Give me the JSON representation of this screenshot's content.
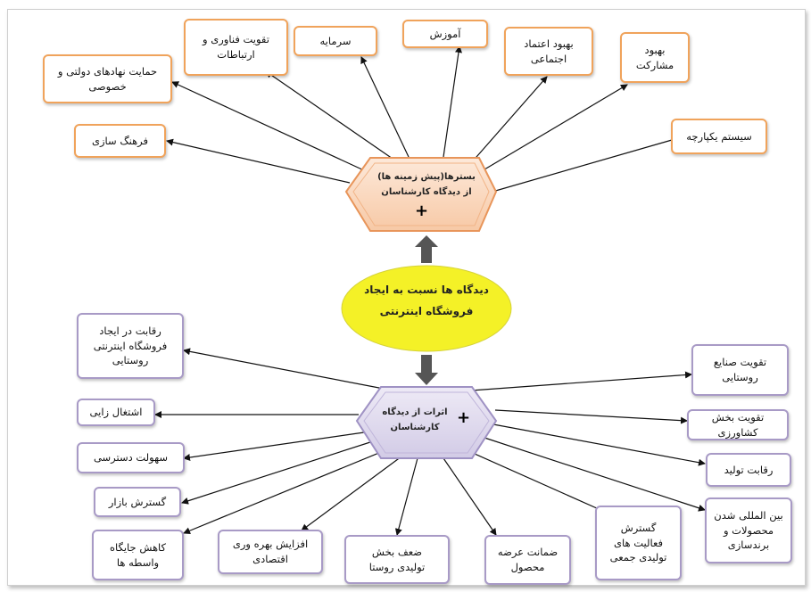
{
  "center": {
    "label": "دیدگاه ها نسبت به ایجاد\nفروشگاه اینترنتی"
  },
  "top_hub": {
    "label": "بسترها(پیش زمینه ها)\nاز دیدگاه کارشناسان",
    "plus": "+"
  },
  "bottom_hub": {
    "label": "اثرات از دیدگاه\nکارشناسان",
    "plus": "+"
  },
  "top_nodes": [
    "فرهنگ سازی",
    "حمایت نهادهای دولتی و\nخصوصی",
    "تقویت فناوری و\nارتباطات",
    "سرمایه",
    "آموزش",
    "بهبود اعتماد\nاجتماعی",
    "بهبود\nمشارکت",
    "سیستم یکپارچه"
  ],
  "bottom_nodes": [
    "رقابت در ایجاد\nفروشگاه اینترنتی\nروستایی",
    "اشتغال زایی",
    "سهولت دسترسی",
    "گسترش بازار",
    "کاهش جایگاه\nواسطه ها",
    "افزایش بهره وری\nاقتصادی",
    "ضعف بخش\nتولیدی روستا",
    "ضمانت عرضه\nمحصول",
    "گسترش\nفعالیت های\nتولیدی جمعی",
    "بین المللی شدن\nمحصولات و\nبرندسازی",
    "رقابت تولید",
    "تقویت بخش کشاورزی",
    "تقویت صنایع\nروستایی"
  ],
  "colors": {
    "top_border": "#f0a35b",
    "bottom_border": "#a89ac6",
    "center_fill": "#f4f127"
  }
}
